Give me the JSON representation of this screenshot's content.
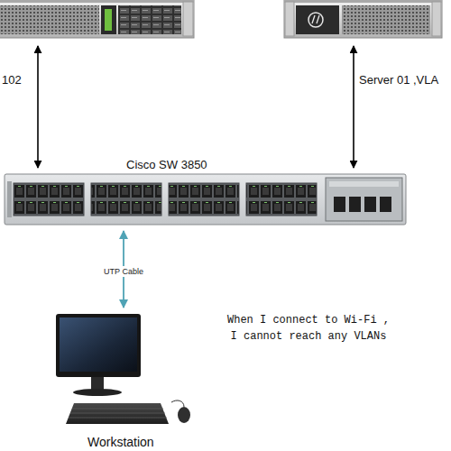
{
  "diagram": {
    "nodes": [
      {
        "text": [
          "102"
        ]
      },
      {
        "text": [
          "Server 01 ,VLA"
        ]
      },
      {
        "text": [
          "Cisco SW 3850"
        ]
      },
      {
        "text": [
          "Workstation"
        ]
      }
    ],
    "edges": [
      {
        "from": 0,
        "to": 2,
        "arrow": "both"
      },
      {
        "from": 1,
        "to": 2,
        "arrow": "both"
      },
      {
        "from": 2,
        "to": 3,
        "label": "UTP Cable",
        "arrow": "both"
      }
    ],
    "labels": [
      "When I connect to Wi-Fi , I cannot reach any VLANs"
    ]
  }
}
